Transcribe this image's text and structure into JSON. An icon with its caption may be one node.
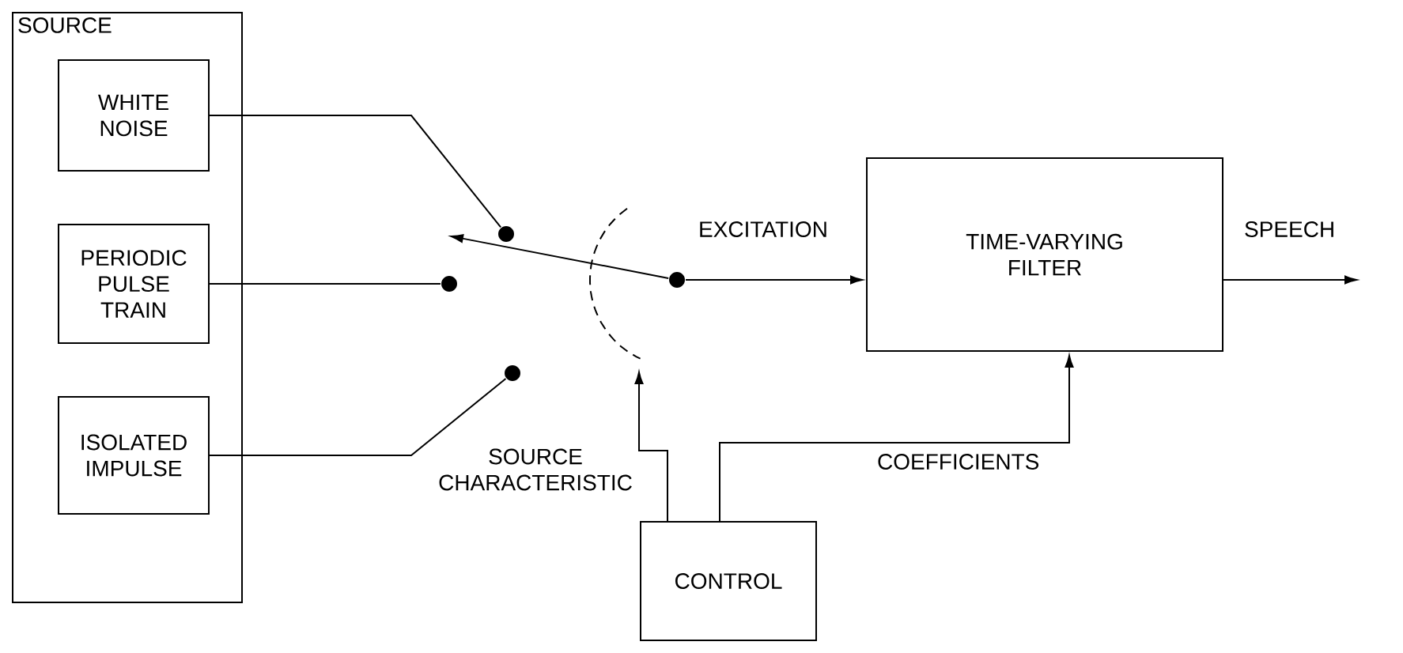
{
  "diagram": {
    "nodes": [
      {
        "text": [
          "SOURCE"
        ]
      },
      {
        "text": [
          "WHITE NOISE"
        ],
        "in": 0
      },
      {
        "text": [
          "PERIODIC PULSE TRAIN"
        ],
        "in": 0
      },
      {
        "text": [
          "ISOLATED IMPULSE"
        ],
        "in": 0
      },
      {
        "text": [],
        "shape": "circle"
      },
      {
        "text": [],
        "shape": "circle"
      },
      {
        "text": [],
        "shape": "circle"
      },
      {
        "text": [],
        "shape": "circle"
      },
      {
        "text": [
          "TIME-VARYING FILTER"
        ]
      },
      {
        "text": [
          "CONTROL"
        ]
      }
    ],
    "edges": [
      {
        "from": 1,
        "to": 4,
        "arrow": "none"
      },
      {
        "from": 2,
        "to": 5,
        "arrow": "none"
      },
      {
        "from": 3,
        "to": 6,
        "arrow": "none"
      },
      {
        "from": 7,
        "to": null,
        "arrow": "to"
      },
      {
        "from": 7,
        "to": 8,
        "arrow": "to",
        "label": "EXCITATION"
      },
      {
        "from": 8,
        "to": null,
        "arrow": "to",
        "label": "SPEECH"
      },
      {
        "from": 9,
        "to": 7,
        "arrow": "to",
        "label": "SOURCE CHARACTERISTIC"
      },
      {
        "from": 9,
        "to": 8,
        "arrow": "to",
        "label": "COEFFICIENTS"
      }
    ]
  }
}
